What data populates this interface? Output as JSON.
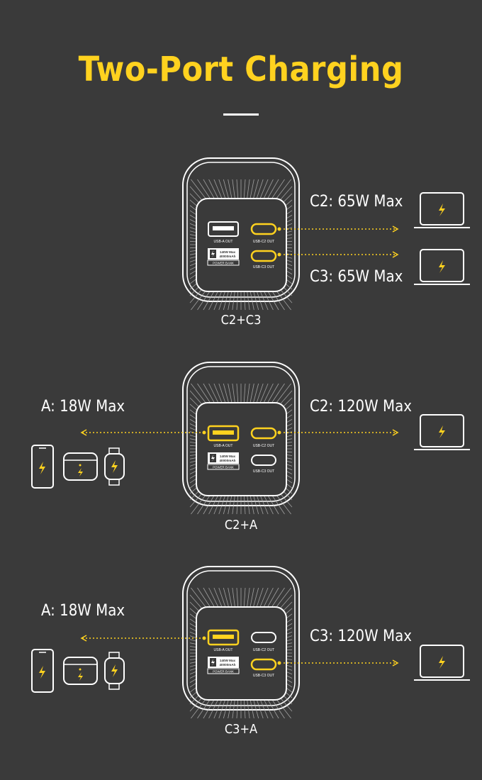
{
  "title": "Two-Port Charging",
  "colors": {
    "background": "#3a3a3a",
    "accent": "#ffd21f",
    "line": "#ffffff"
  },
  "bank_text": {
    "usb_a": "USB-A OUT",
    "usb_c2": "USB-C2 OUT",
    "usb_c3": "USB-C3 OUT",
    "badge_line1": "140W Max",
    "badge_line2": "40000mAh",
    "badge_line3": "POWER BANK"
  },
  "sections": [
    {
      "caption": "C2+C3",
      "right_top_label": "C2: 65W Max",
      "right_bottom_label": "C3: 65W Max",
      "active_ports": [
        "c2",
        "c3"
      ],
      "devices_right": [
        "laptop-icon",
        "laptop-icon"
      ]
    },
    {
      "caption": "C2+A",
      "left_label": "A: 18W Max",
      "right_label": "C2: 120W Max",
      "active_ports": [
        "a",
        "c2"
      ],
      "devices_left": [
        "phone-icon",
        "earbuds-case-icon",
        "watch-icon"
      ],
      "devices_right": [
        "laptop-icon"
      ]
    },
    {
      "caption": "C3+A",
      "left_label": "A: 18W Max",
      "right_label": "C3: 120W Max",
      "active_ports": [
        "a",
        "c3"
      ],
      "devices_left": [
        "phone-icon",
        "earbuds-case-icon",
        "watch-icon"
      ],
      "devices_right": [
        "laptop-icon"
      ]
    }
  ]
}
